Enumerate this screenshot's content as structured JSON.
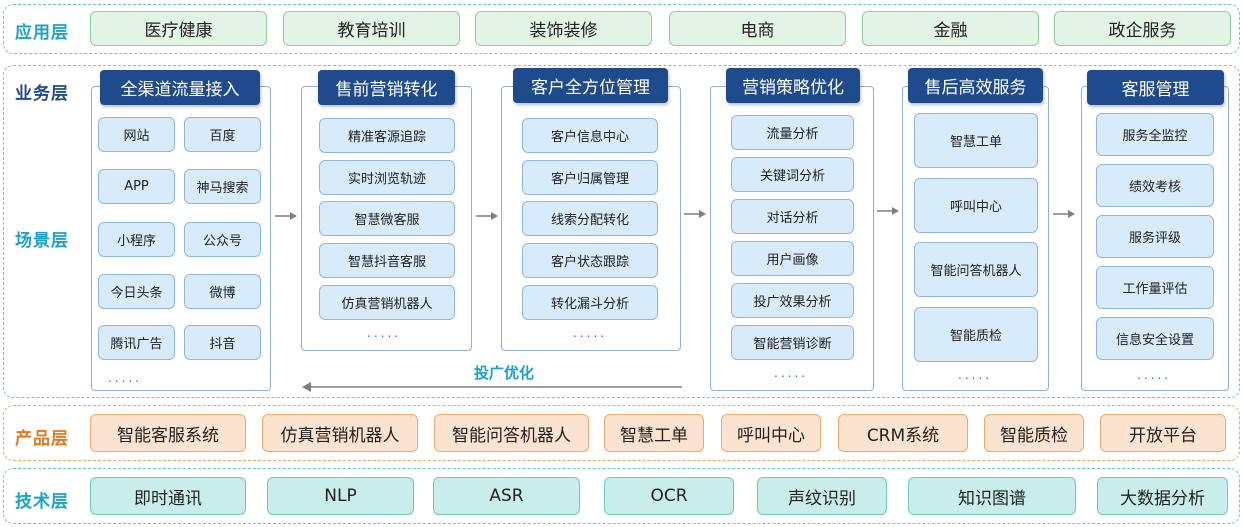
{
  "layers": {
    "application": "应用层",
    "business": "业务层",
    "scene": "场景层",
    "product": "产品层",
    "technology": "技术层"
  },
  "application_items": [
    "医疗健康",
    "教育培训",
    "装饰装修",
    "电商",
    "金融",
    "政企服务"
  ],
  "columns": [
    {
      "title": "全渠道流量接入",
      "items": [
        "网站",
        "百度",
        "APP",
        "神马搜索",
        "小程序",
        "公众号",
        "今日头条",
        "微博",
        "腾讯广告",
        "抖音"
      ],
      "more": "....."
    },
    {
      "title": "售前营销转化",
      "items": [
        "精准客源追踪",
        "实时浏览轨迹",
        "智慧微客服",
        "智慧抖音客服",
        "仿真营销机器人"
      ],
      "more": "....."
    },
    {
      "title": "客户全方位管理",
      "items": [
        "客户信息中心",
        "客户归属管理",
        "线索分配转化",
        "客户状态跟踪",
        "转化漏斗分析"
      ],
      "more": "....."
    },
    {
      "title": "营销策略优化",
      "items": [
        "流量分析",
        "关键词分析",
        "对话分析",
        "用户画像",
        "投广效果分析",
        "智能营销诊断"
      ],
      "more": "....."
    },
    {
      "title": "售后高效服务",
      "items": [
        "智慧工单",
        "呼叫中心",
        "智能问答机器人",
        "智能质检"
      ],
      "more": "....."
    },
    {
      "title": "客服管理",
      "items": [
        "服务全监控",
        "绩效考核",
        "服务评级",
        "工作量评估",
        "信息安全设置"
      ],
      "more": "....."
    }
  ],
  "feedback_label": "投广优化",
  "product_items": [
    "智能客服系统",
    "仿真营销机器人",
    "智能问答机器人",
    "智慧工单",
    "呼叫中心",
    "CRM系统",
    "智能质检",
    "开放平台"
  ],
  "tech_items": [
    "即时通讯",
    "NLP",
    "ASR",
    "OCR",
    "声纹识别",
    "知识图谱",
    "大数据分析"
  ],
  "colors": {
    "navy": "#1f4b8c",
    "teal": "#1aa3c4",
    "orange": "#e8761f",
    "item_blue": "#d7ebfb"
  }
}
